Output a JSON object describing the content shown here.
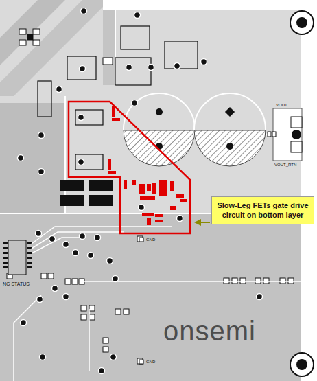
{
  "diagram": {
    "nodes": [
      {
        "text": [
          "Slow-Leg FETs gate drive circuit on bottom layer"
        ]
      }
    ],
    "labels": [
      "VOUT",
      "VOUT_RTN",
      "GND",
      "GND",
      "onsemi",
      "NG STATUS"
    ]
  }
}
